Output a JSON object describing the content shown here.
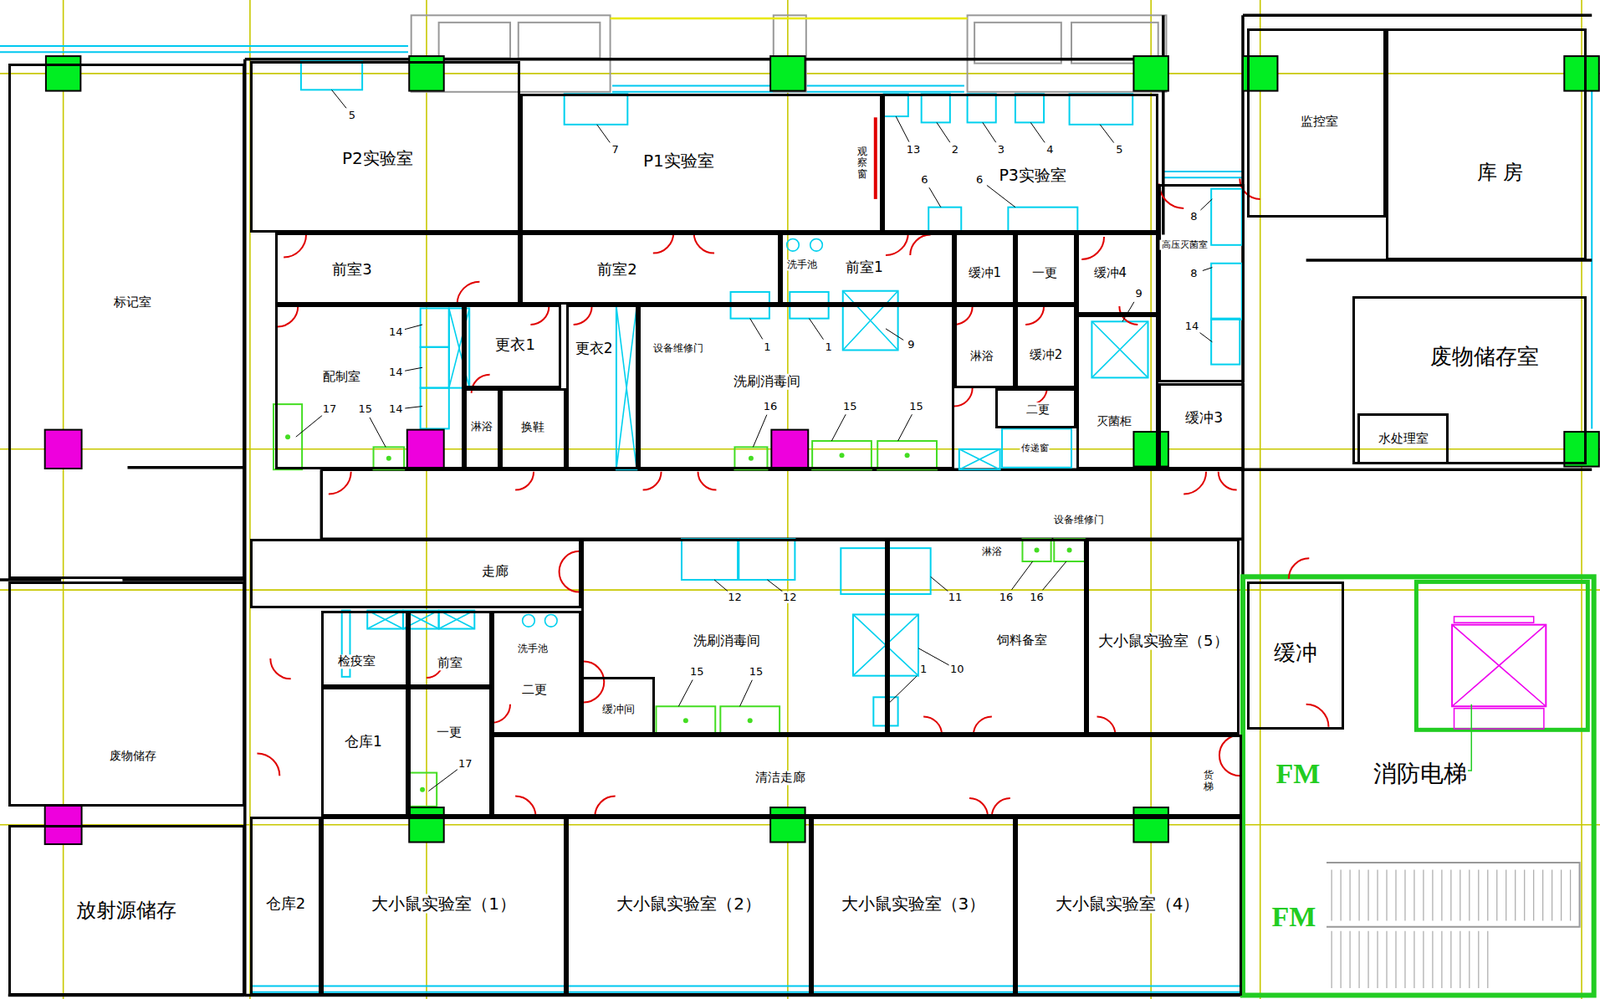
{
  "diagram": {
    "nodes": [
      {
        "text": [
          "标记室"
        ]
      },
      {
        "text": [
          "P2实验室"
        ]
      },
      {
        "text": [
          "P1实验室"
        ]
      },
      {
        "text": [
          "P3实验室"
        ]
      },
      {
        "text": [
          "监控室"
        ]
      },
      {
        "text": [
          "库 房"
        ]
      },
      {
        "text": [
          "前室3"
        ]
      },
      {
        "text": [
          "前室2"
        ]
      },
      {
        "text": [
          "前室1"
        ]
      },
      {
        "text": [
          "缓冲1"
        ]
      },
      {
        "text": [
          "一更"
        ]
      },
      {
        "text": [
          "缓冲4"
        ]
      },
      {
        "text": [
          "高压灭菌室"
        ]
      },
      {
        "text": [
          "配制室"
        ]
      },
      {
        "text": [
          "更衣1"
        ]
      },
      {
        "text": [
          "更衣2"
        ]
      },
      {
        "text": [
          "洗刷消毒间"
        ]
      },
      {
        "text": [
          "淋浴"
        ]
      },
      {
        "text": [
          "缓冲2"
        ]
      },
      {
        "text": [
          "废物储存室"
        ]
      },
      {
        "text": [
          "二更"
        ]
      },
      {
        "text": [
          "淋浴"
        ]
      },
      {
        "text": [
          "换鞋"
        ]
      },
      {
        "text": [
          "灭菌柜"
        ]
      },
      {
        "text": [
          "缓冲3"
        ]
      },
      {
        "text": [
          "水处理室"
        ],
        "in": 19
      },
      {
        "text": [
          "走廊"
        ]
      },
      {
        "text": [
          "洗刷消毒间"
        ]
      },
      {
        "text": [
          "饲料备室"
        ]
      },
      {
        "text": [
          "大小鼠实验室（5）"
        ]
      },
      {
        "text": [
          "废物储存"
        ]
      },
      {
        "text": [
          "检疫室"
        ]
      },
      {
        "text": [
          "前室"
        ]
      },
      {
        "text": [
          "二更"
        ]
      },
      {
        "text": [
          "缓冲"
        ]
      },
      {
        "text": [
          "缓冲间"
        ]
      },
      {
        "text": [
          "仓库1"
        ]
      },
      {
        "text": [
          "一更"
        ]
      },
      {
        "text": [
          "清洁走廊"
        ]
      },
      {
        "text": [
          "放射源储存"
        ]
      },
      {
        "text": [
          "仓库2"
        ]
      },
      {
        "text": [
          "大小鼠实验室（1）"
        ]
      },
      {
        "text": [
          "大小鼠实验室（2）"
        ]
      },
      {
        "text": [
          "大小鼠实验室（3）"
        ]
      },
      {
        "text": [
          "大小鼠实验室（4）"
        ]
      }
    ],
    "labels": [
      "5",
      "7",
      "13",
      "2",
      "3",
      "4",
      "5",
      "观察窗",
      "6",
      "6",
      "8",
      "洗手池",
      "8",
      "9",
      "14",
      "14",
      "设备维修门",
      "1",
      "1",
      "9",
      "14",
      "14",
      "17",
      "15",
      "16",
      "15",
      "15",
      "传递窗",
      "设备维修门",
      "淋浴",
      "12",
      "12",
      "11",
      "16",
      "16",
      "洗手池",
      "10",
      "1",
      "15",
      "15",
      "17",
      "货梯",
      "FM",
      "消防电梯",
      "FM"
    ]
  }
}
